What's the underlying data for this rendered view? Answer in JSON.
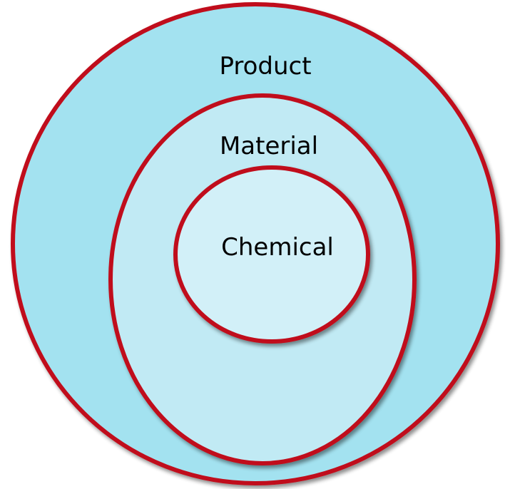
{
  "diagram": {
    "type": "nested-circles",
    "rings": [
      {
        "label": "Product",
        "fill": "#a3e2f0"
      },
      {
        "label": "Material",
        "fill": "#c1eaf4"
      },
      {
        "label": "Chemical",
        "fill": "#d2f0f8"
      }
    ],
    "stroke": "#c0111a",
    "shadow": "#9aa0a6"
  }
}
